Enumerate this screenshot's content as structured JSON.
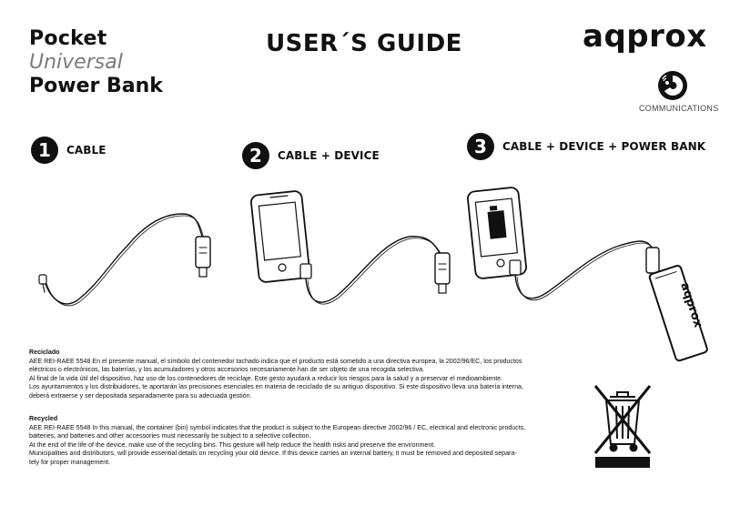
{
  "header": {
    "product_line1": "Pocket",
    "product_line2": "Universal",
    "product_line3": "Power Bank",
    "guide_title": "USER´S GUIDE",
    "brand_name": "aqprox",
    "brand_sub": "COMMUNICATIONS"
  },
  "steps": [
    {
      "number": "1",
      "label": "CABLE"
    },
    {
      "number": "2",
      "label": "CABLE + DEVICE"
    },
    {
      "number": "3",
      "label": "CABLE + DEVICE + POWER BANK"
    }
  ],
  "illustration": {
    "power_bank_text": "aqprox"
  },
  "spanish": {
    "heading": "Reciclado",
    "lines": [
      "AEE REI-RAEE 5548 En el presente manual, el símbolo del contenedor tachado indica que el producto está sometido a una directiva europea, la 2002/96/EC, los productos",
      "eléctricos o electrónicos, las baterías, y los acumuladores y otros accesorios necesariamente han de ser objeto de una recogida selectiva.",
      "Al final de la vida útil del dispositivo, haz uso de los contenedores de reciclaje. Este gesto ayudará a reducir los riesgos para la salud y a preservar el medioambiente.",
      "Los ayuntamientos y los distribuidores, te aportarán las precisiones esenciales en materia de reciclado de su antiguo dispositivo. Si este dispositivo lleva una batería interna,",
      "deberá extraerse y ser depositada separadamente para su adecuada gestión."
    ]
  },
  "english": {
    "heading": "Recycled",
    "lines": [
      "AEE REI-RAEE 5548 In this manual, the container (bin) symbol indicates that the product is subject to the European directive 2002/96 / EC, electrical and electronic products,",
      "batteries, and batteries and other accessories must necessarily be subject to a selective collection.",
      "At the end of the life of the device, make use of the recycling bins. This gesture will help reduce the health risks and preserve the environment.",
      "Municipalities and distributors, will provide essential details on recycling your old device. If this device carries an internal battery, it must be removed and deposited separa-",
      "tely for proper management."
    ]
  }
}
